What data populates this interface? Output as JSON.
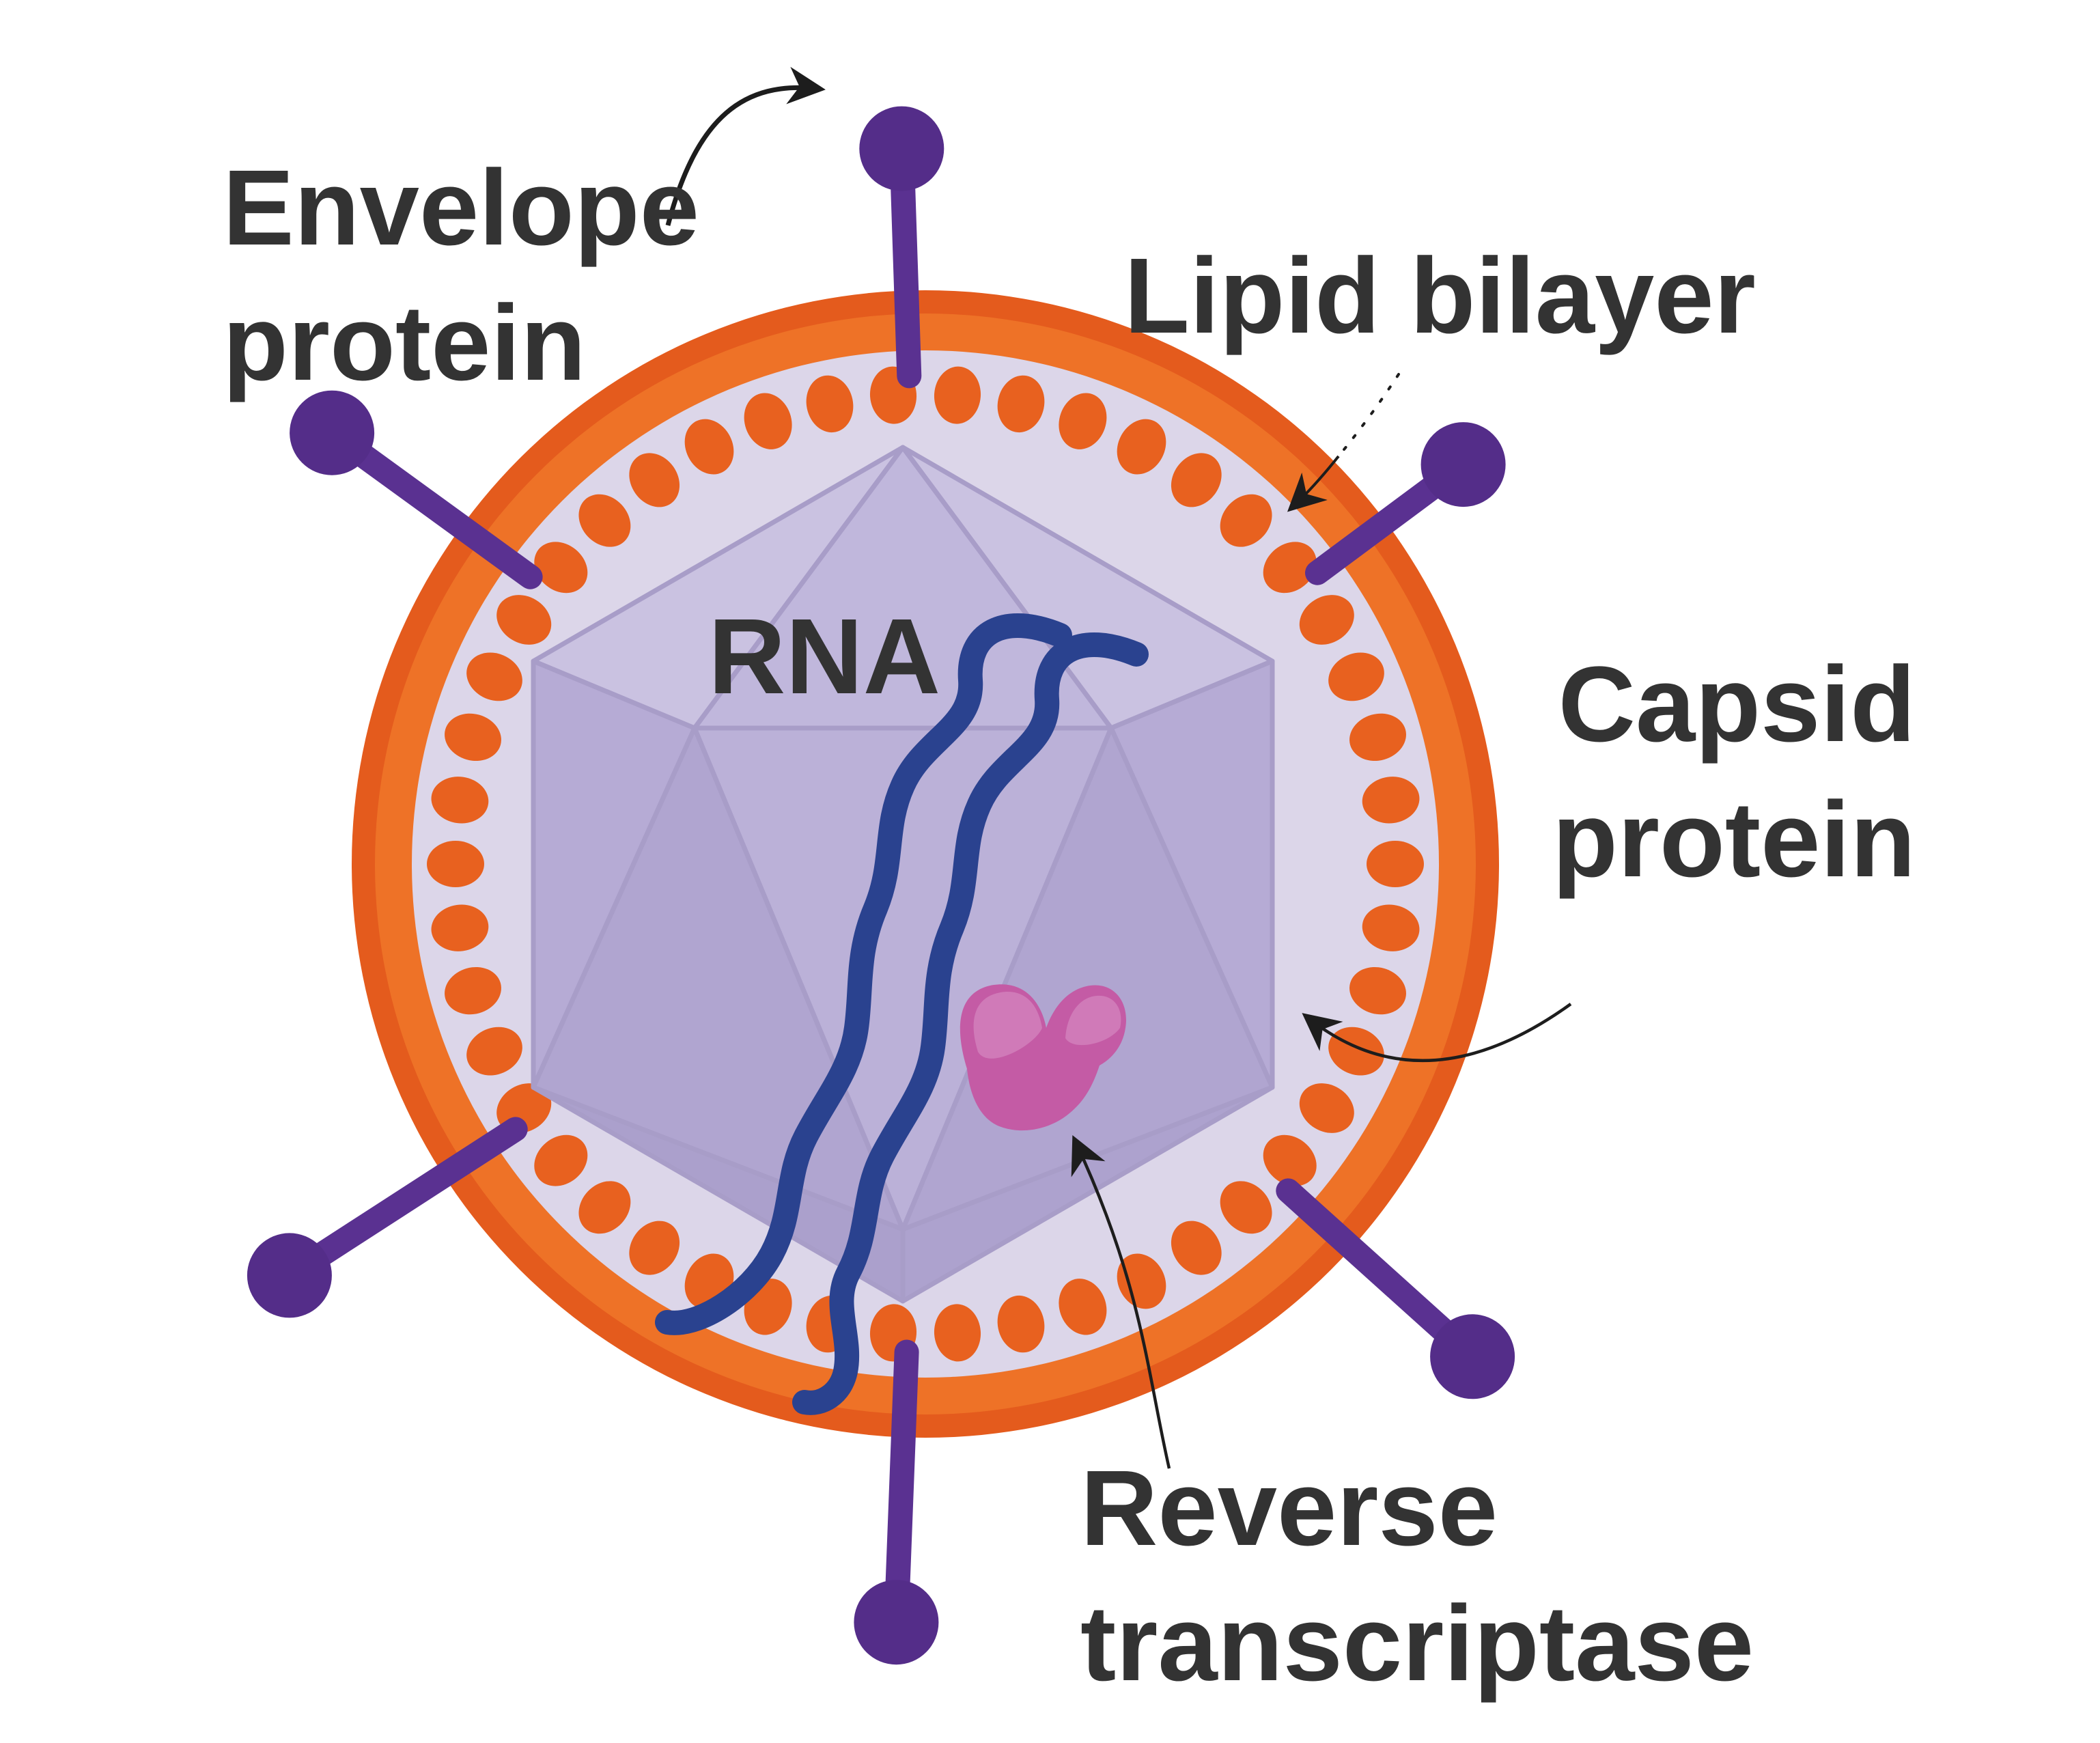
{
  "labels": {
    "envelope_protein": {
      "line1": "Envelope",
      "line2": "protein"
    },
    "lipid_bilayer": "Lipid bilayer",
    "rna": "RNA",
    "capsid_protein": {
      "line1": "Capsid",
      "line2": "protein"
    },
    "reverse_transcriptase": {
      "line1": "Reverse",
      "line2": "transcriptase"
    }
  },
  "colors": {
    "background": "#ffffff",
    "label_text": "#333333",
    "arrow": "#1d1d1d",
    "envelope_ring_outer": "#e45b1d",
    "envelope_ring": "#ee7227",
    "interior": "#dcd6e9",
    "lipid_dot": "#e8611f",
    "capsid_fill_light": "#cac2e1",
    "capsid_fill_mid": "#b6abd5",
    "capsid_fill_dark": "#aba0cc",
    "capsid_edge": "#a89dc8",
    "rna": "#2a428f",
    "reverse_transcriptase": "#c45ba5",
    "reverse_transcriptase_highlight": "#d07ab8",
    "spike_stem": "#5a3191",
    "spike_head": "#542d89"
  },
  "figure": {
    "lipid_dot_count": 46,
    "spike_count": 6
  }
}
